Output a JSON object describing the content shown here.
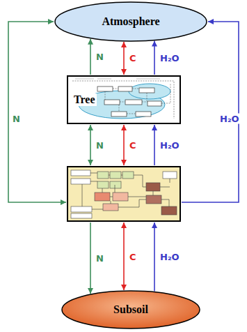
{
  "diagram": {
    "nodes": [
      {
        "text": [
          "Atmosphere"
        ]
      },
      {
        "text": [
          "Tree"
        ]
      },
      {
        "text": []
      },
      {
        "text": [
          "Subsoil"
        ]
      }
    ],
    "edges": [
      {
        "from": 1,
        "to": 0,
        "label": "N",
        "arrow": "to"
      },
      {
        "from": 0,
        "to": 1,
        "label": "C",
        "arrow": "both"
      },
      {
        "from": 1,
        "to": 0,
        "label": "H₂O",
        "arrow": "to"
      },
      {
        "from": 1,
        "to": 2,
        "label": "N",
        "arrow": "both"
      },
      {
        "from": 1,
        "to": 2,
        "label": "C",
        "arrow": "both"
      },
      {
        "from": 2,
        "to": 1,
        "label": "H₂O",
        "arrow": "to"
      },
      {
        "from": 2,
        "to": 3,
        "label": "N",
        "arrow": "to"
      },
      {
        "from": 2,
        "to": 3,
        "label": "C",
        "arrow": "both"
      },
      {
        "from": 3,
        "to": 2,
        "label": "H₂O",
        "arrow": "to"
      },
      {
        "from": 0,
        "to": 2,
        "label": "N",
        "arrow": "both"
      },
      {
        "from": 2,
        "to": 0,
        "label": "H₂O",
        "arrow": "to"
      }
    ]
  }
}
